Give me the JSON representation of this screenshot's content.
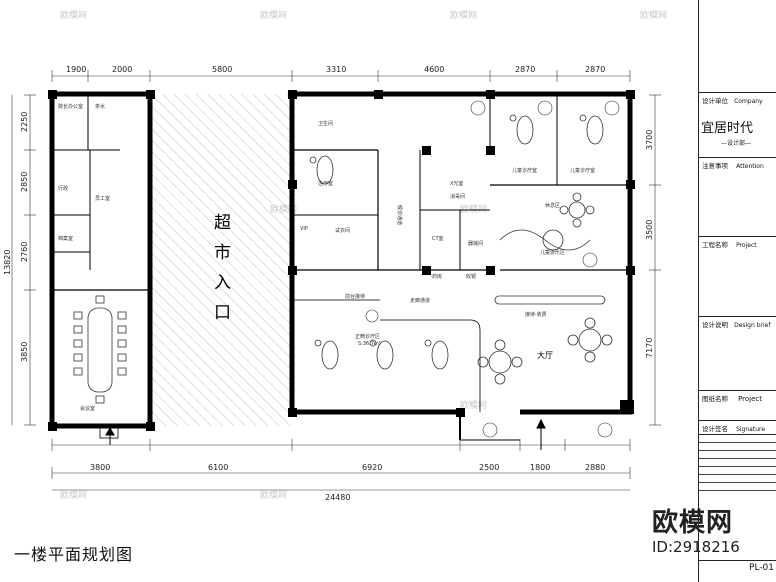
{
  "drawing_title": "一楼平面规划图",
  "entrance_label": [
    "超",
    "市",
    "入",
    "口"
  ],
  "hall_label": "大厅",
  "top_dimensions": [
    "1900",
    "2000",
    "5800",
    "3310",
    "4600",
    "2870",
    "2870"
  ],
  "bottom_dimensions": [
    "3800",
    "6100",
    "6920",
    "2500",
    "1800",
    "2880"
  ],
  "overall_dimension": "24480",
  "left_dimensions": [
    "2250",
    "2850",
    "2760",
    "3850"
  ],
  "left_total": "13820",
  "right_dimensions": [
    "3700",
    "3500",
    "7170"
  ],
  "room_labels": {
    "office": "院长办公室",
    "pantry": "茶水",
    "admin": "行政",
    "meeting": "会议室",
    "toilet": "卫生间",
    "fitting": "试衣间",
    "sterile": "消毒间",
    "vip": "VIP",
    "waiting_corridor": "候诊通道",
    "corridor": "走廊通道",
    "pharmacy": "药房",
    "clinic_a": "儿童诊疗室",
    "clinic_b": "儿童诊疗室",
    "cashier": "收银",
    "ortho": "正畸诊疗区",
    "ortho_sub": "S:36.7m²",
    "front_desk": "前台接待",
    "reception": "接待·收费",
    "rest": "休息区",
    "play": "儿童游乐区",
    "xray": "X光室",
    "ct": "CT室",
    "storage": "器械间",
    "staff": "员工室",
    "records": "档案室",
    "treatment": "治疗室"
  },
  "title_block": {
    "design_unit_label": "设计单位",
    "design_unit_value": "Company",
    "company_name": "宜居时代",
    "department": "—设计部—",
    "notes_label": "注意事项",
    "notes_value": "Attention",
    "project_label": "工程名称",
    "project_value": "Project",
    "brief_label": "设计说明",
    "brief_value": "Design brief",
    "drawing_name_label": "图纸名称",
    "drawing_name_value": "Project",
    "signature_label": "设计签名",
    "signature_value": "Signature",
    "sheet_no": "PL-01"
  },
  "stamp": {
    "brand": "欧模网",
    "id": "ID:2918216"
  },
  "watermark": "欧模网"
}
